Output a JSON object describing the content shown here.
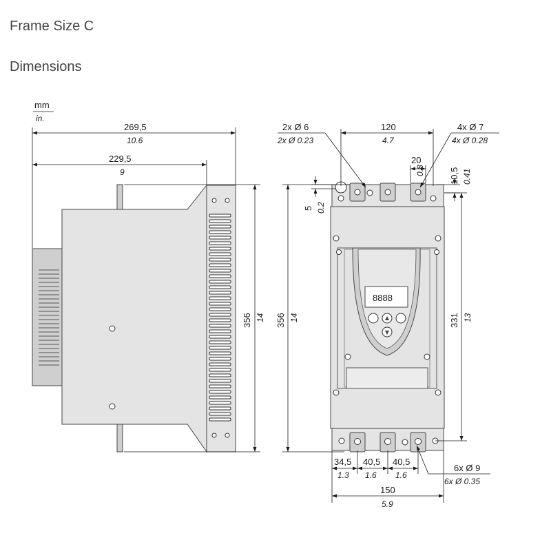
{
  "header": {
    "title": "Frame Size C",
    "subtitle": "Dimensions"
  },
  "units": {
    "primary": "mm",
    "secondary": "in."
  },
  "side_view": {
    "overall_depth": {
      "mm": "269,5",
      "in": "10.6"
    },
    "body_depth": {
      "mm": "229,5",
      "in": "9"
    },
    "height": {
      "mm": "356",
      "in": "14"
    }
  },
  "front_view": {
    "top_holes": {
      "mm": "2x Ø 6",
      "in": "2x Ø 0.23"
    },
    "hole_spacing": {
      "mm": "120",
      "in": "4.7"
    },
    "terminal_width": {
      "mm": "20",
      "in": "0.8"
    },
    "terminal_holes": {
      "mm": "4x Ø 7",
      "in": "4x Ø 0.28"
    },
    "top_offset": {
      "mm": "10,5",
      "in": "0.41"
    },
    "hole_offset": {
      "mm": "5",
      "in": "0.2"
    },
    "height": {
      "mm": "356",
      "in": "14"
    },
    "mount_height": {
      "mm": "331",
      "in": "13"
    },
    "bottom_pitch_1": {
      "mm": "34,5",
      "in": "1.3"
    },
    "bottom_pitch_2": {
      "mm": "40,5",
      "in": "1.6"
    },
    "bottom_pitch_3": {
      "mm": "40,5",
      "in": "1.6"
    },
    "bottom_holes": {
      "mm": "6x Ø 9",
      "in": "6x Ø 0.35"
    },
    "width": {
      "mm": "150",
      "in": "5.9"
    },
    "display_text": "8888"
  },
  "colors": {
    "body": "#e4e4e4",
    "shade": "#cfcfcf",
    "line": "#1a1a1a"
  }
}
